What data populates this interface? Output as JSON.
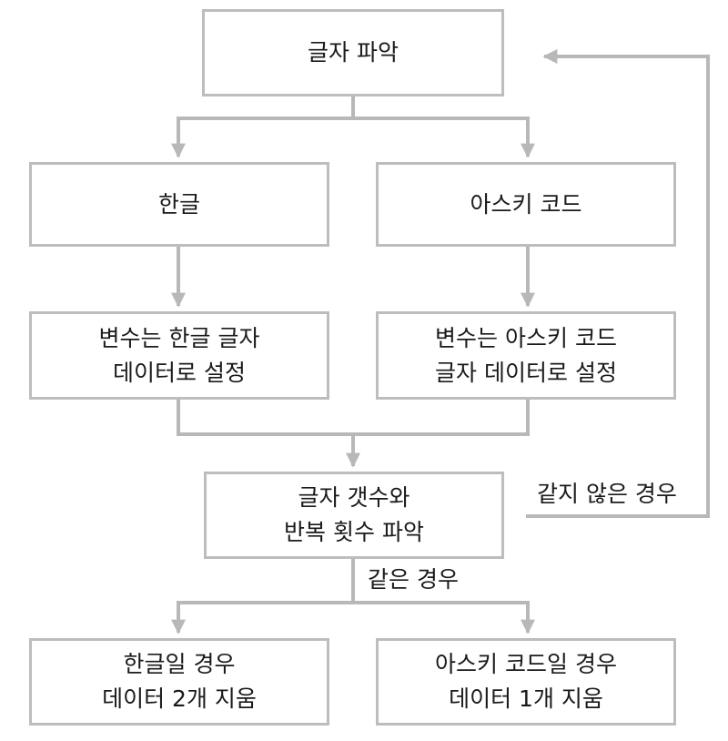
{
  "flowchart": {
    "identify_char": "글자 파악",
    "hangul": "한글",
    "ascii": "아스키 코드",
    "set_hangul": [
      "변수는 한글 글자",
      "데이터로 설정"
    ],
    "set_ascii": [
      "변수는 아스키 코드",
      "글자 데이터로 설정"
    ],
    "count": [
      "글자 갯수와",
      "반복 횟수 파악"
    ],
    "delete_hangul": [
      "한글일 경우",
      "데이터 2개 지움"
    ],
    "delete_ascii": [
      "아스키 코드일 경우",
      "데이터 1개 지움"
    ],
    "label_not_same": "같지 않은 경우",
    "label_same": "같은 경우"
  },
  "colors": {
    "line": "#b8b8b8",
    "border": "#bdbdbd",
    "text": "#1a1a1a"
  }
}
